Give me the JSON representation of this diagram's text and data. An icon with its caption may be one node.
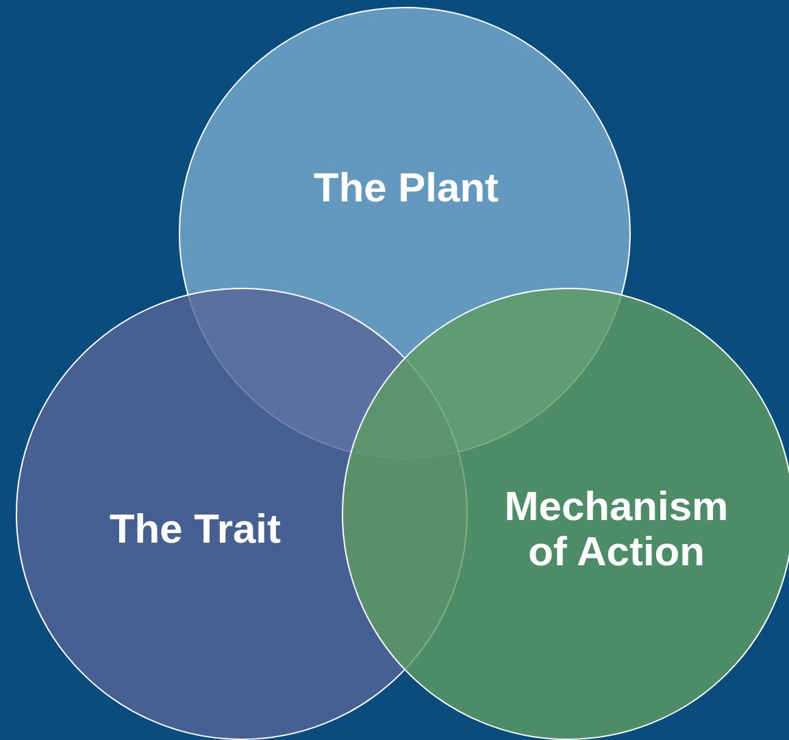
{
  "diagram": {
    "nodes": [
      {
        "text": [
          "The Plant"
        ]
      },
      {
        "text": [
          "The Trait"
        ]
      },
      {
        "text": [
          "Mechanism of Action"
        ]
      }
    ]
  }
}
